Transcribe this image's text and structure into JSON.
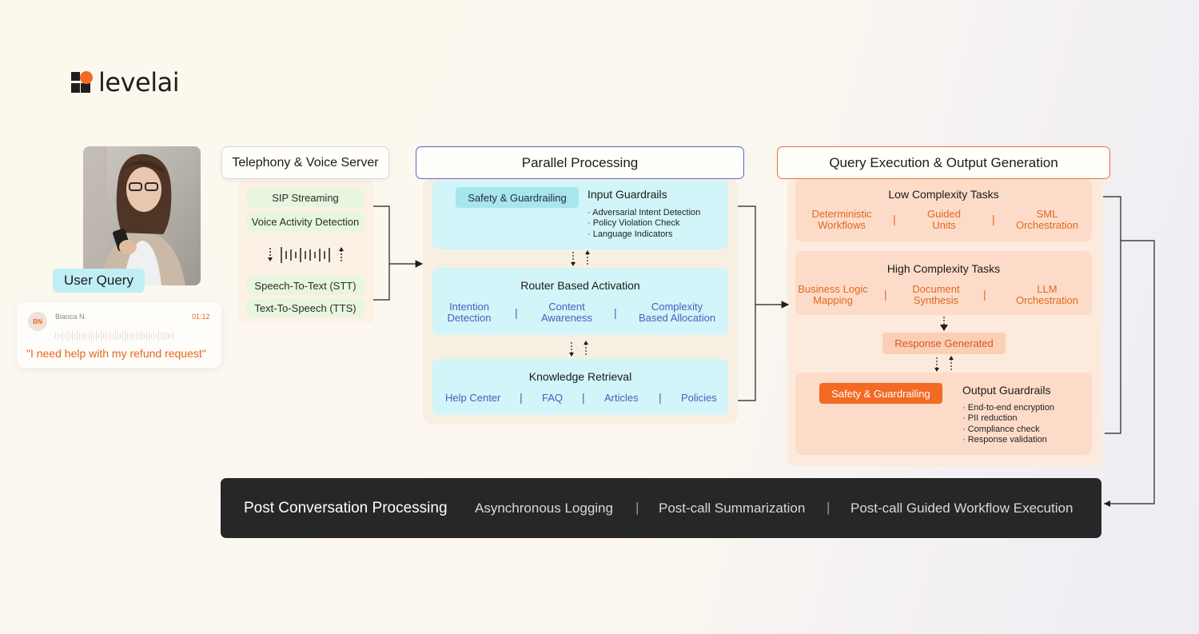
{
  "logo": {
    "text": "levelai"
  },
  "user": {
    "label": "User Query",
    "caller_initials": "BN",
    "caller_name": "Bianca N.",
    "call_time": "01:12",
    "quote": "\"I need help with my refund request\""
  },
  "telephony": {
    "title": "Telephony & Voice Server",
    "items": [
      "SIP Streaming",
      "Voice Activity Detection",
      "Speech-To-Text (STT)",
      "Text-To-Speech (TTS)"
    ]
  },
  "parallel": {
    "title": "Parallel Processing",
    "guard_pill": "Safety & Guardrailing",
    "input_title": "Input Guardrails",
    "input_bullets": [
      "Adversarial Intent Detection",
      "Policy Violation Check",
      "Language Indicators"
    ],
    "router_title": "Router Based Activation",
    "router_items": [
      [
        "Intention",
        "Detection"
      ],
      [
        "Content",
        "Awareness"
      ],
      [
        "Complexity",
        "Based Allocation"
      ]
    ],
    "knowledge_title": "Knowledge Retrieval",
    "knowledge_items": [
      "Help Center",
      "FAQ",
      "Articles",
      "Policies"
    ]
  },
  "query": {
    "title": "Query Execution & Output Generation",
    "low_title": "Low Complexity Tasks",
    "low_items": [
      [
        "Deterministic",
        "Workflows"
      ],
      [
        "Guided",
        "Units"
      ],
      [
        "SML",
        "Orchestration"
      ]
    ],
    "high_title": "High Complexity Tasks",
    "high_items": [
      [
        "Business Logic",
        "Mapping"
      ],
      [
        "Document",
        "Synthesis"
      ],
      [
        "LLM",
        "Orchestration"
      ]
    ],
    "response": "Response Generated",
    "guard_pill": "Safety & Guardrailing",
    "output_title": "Output Guardrails",
    "output_bullets": [
      "End-to-end encryption",
      "PII reduction",
      "Compliance check",
      "Response validation"
    ]
  },
  "post": {
    "title": "Post Conversation Processing",
    "items": [
      "Asynchronous Logging",
      "Post-call Summarization",
      "Post-call Guided Workflow Execution"
    ]
  },
  "colors": {
    "cyan": "#d1f5f8",
    "peach": "#fcdcc8",
    "orange_accent": "#f26a24",
    "blue_text": "#4a5cc2",
    "green_pill": "#e7f6de",
    "post_bar": "#272727"
  }
}
